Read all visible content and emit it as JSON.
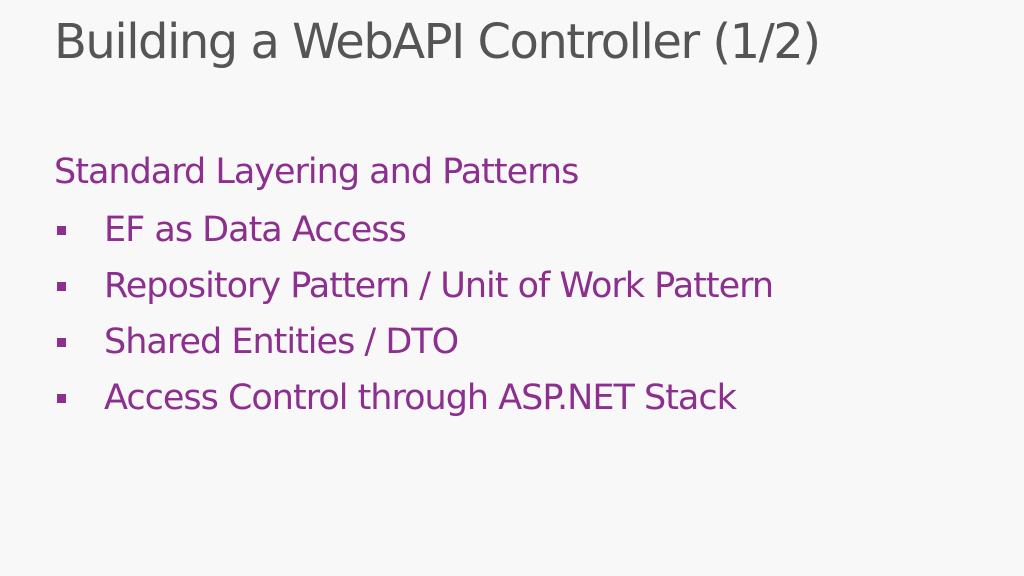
{
  "slide": {
    "title": "Building a WebAPI Controller (1/2)",
    "heading": "Standard Layering and Patterns",
    "bullets": [
      "EF as Data Access",
      "Repository Pattern / Unit of Work Pattern",
      "Shared Entities / DTO",
      "Access Control through ASP.NET Stack"
    ]
  },
  "colors": {
    "background": "#f9f8f9",
    "title": "#555555",
    "accent": "#8c2f8e"
  },
  "icons": {
    "bullet": "square-bullet-icon"
  }
}
